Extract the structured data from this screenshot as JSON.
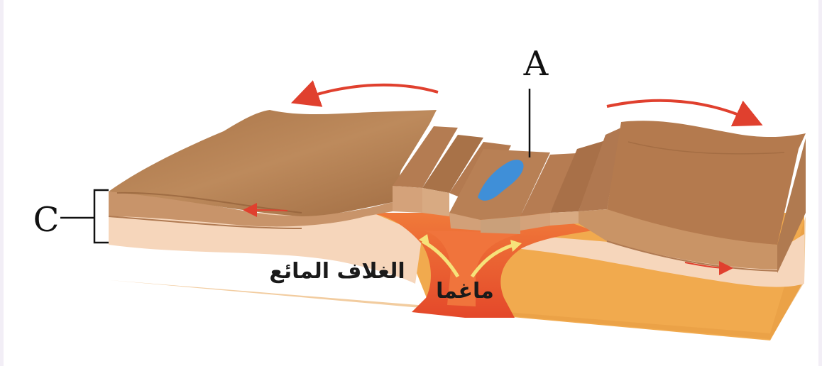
{
  "labels": {
    "a": "A",
    "c": "C",
    "mantle": "الغلاف المائع",
    "magma": "ماغما"
  },
  "colors": {
    "crust_top": "#b98254",
    "crust_side": "#c99466",
    "mantle_light": "#f4d2b4",
    "mantle_orange": "#f0a84a",
    "magma": "#e8502a",
    "water": "#3f8fd8",
    "arrow": "#e0402e"
  }
}
